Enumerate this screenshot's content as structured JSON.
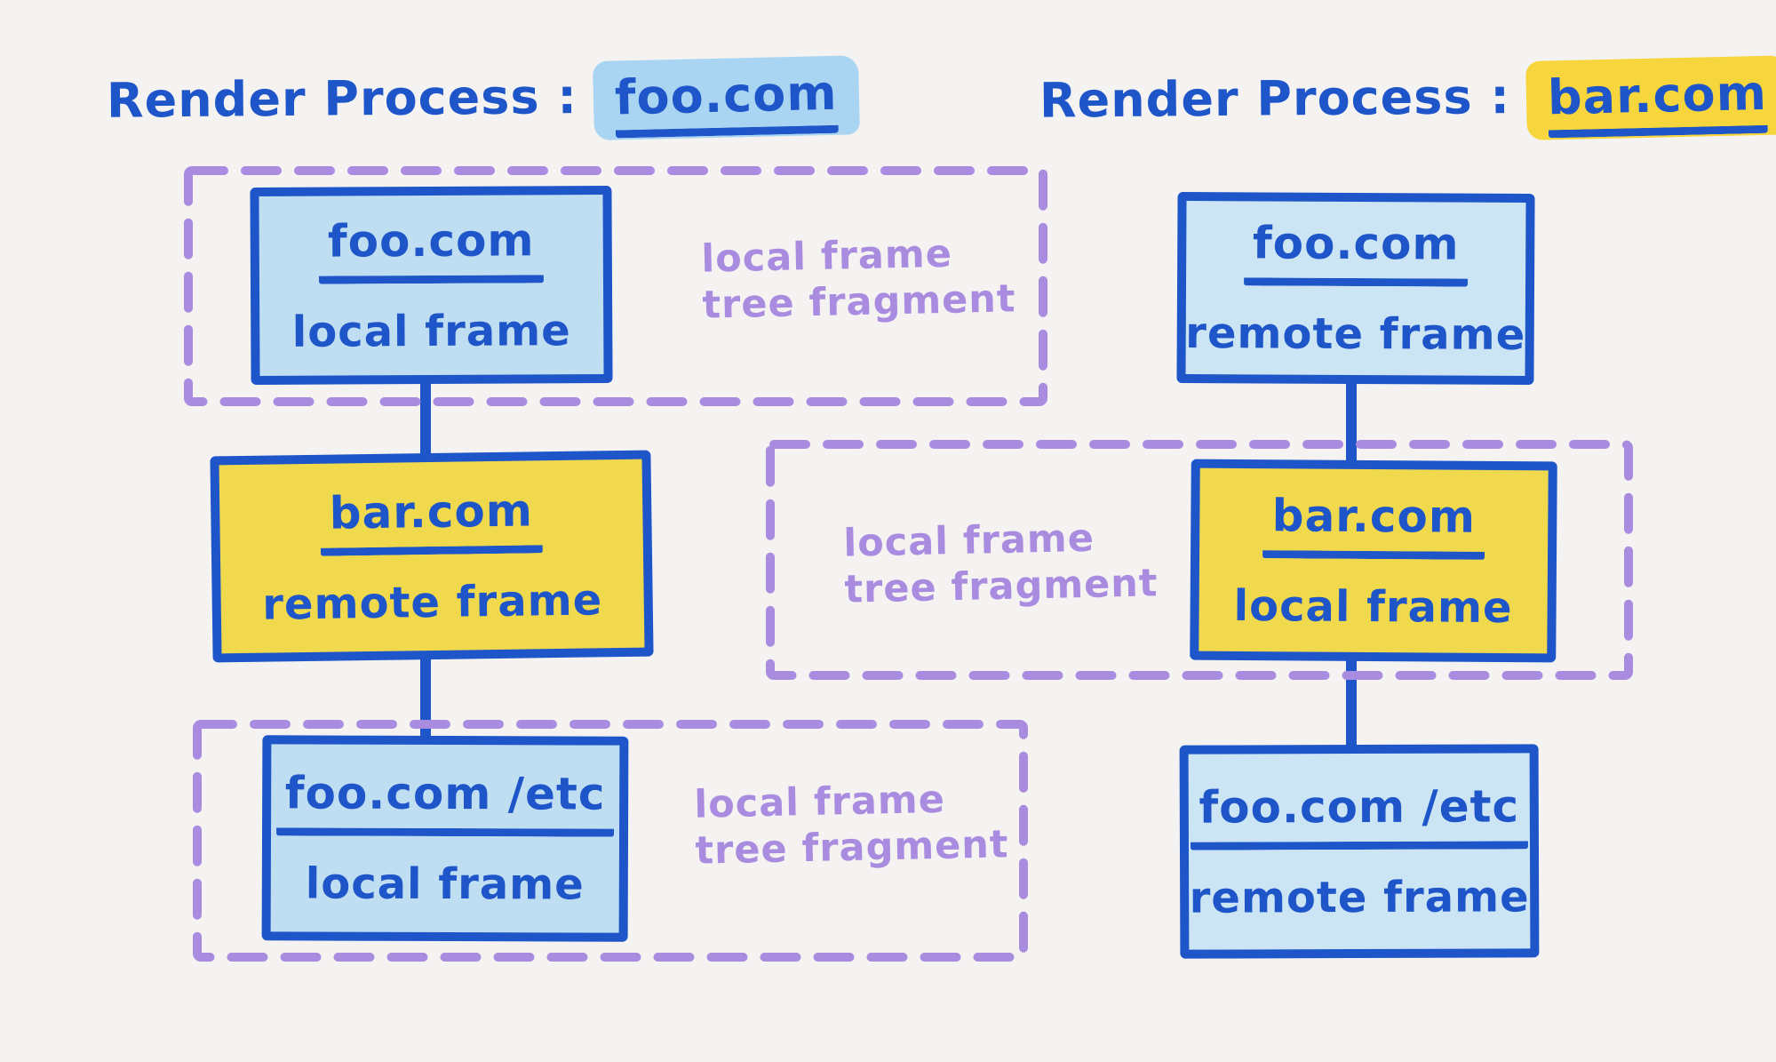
{
  "colors": {
    "background": "#f4f3f1",
    "ink_blue": "#1e55c9",
    "box_fill_light_blue": "#c0def1",
    "box_fill_yellow": "#f1d94e",
    "title_highlight_blue": "#a9d5f2",
    "title_highlight_yellow": "#f6d63c",
    "fragment_purple": "#a98ce0"
  },
  "titles": {
    "left": {
      "prefix": "Render Process :",
      "domain": "foo.com"
    },
    "right": {
      "prefix": "Render Process :",
      "domain": "bar.com"
    }
  },
  "left_column": {
    "nodes": [
      {
        "domain": "foo.com",
        "frame_type": "local frame"
      },
      {
        "domain": "bar.com",
        "frame_type": "remote frame"
      },
      {
        "domain": "foo.com /etc",
        "frame_type": "local frame"
      }
    ]
  },
  "right_column": {
    "nodes": [
      {
        "domain": "foo.com",
        "frame_type": "remote frame"
      },
      {
        "domain": "bar.com",
        "frame_type": "local frame"
      },
      {
        "domain": "foo.com /etc",
        "frame_type": "remote frame"
      }
    ]
  },
  "fragment_labels": [
    {
      "line1": "local frame",
      "line2": "tree fragment"
    },
    {
      "line1": "local frame",
      "line2": "tree fragment"
    },
    {
      "line1": "local frame",
      "line2": "tree fragment"
    }
  ]
}
